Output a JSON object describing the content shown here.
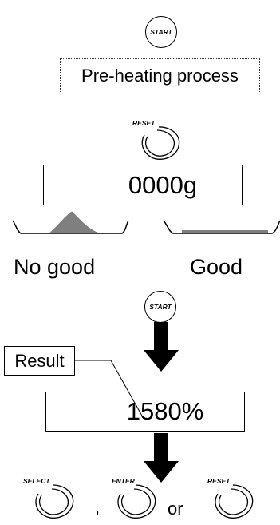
{
  "buttons": {
    "start_top": "START",
    "reset_top": "RESET",
    "start_mid": "START",
    "select": "SELECT",
    "enter": "ENTER",
    "reset_bottom": "RESET"
  },
  "process_label": "Pre-heating process",
  "display_initial": "0000g",
  "display_result": "1580%",
  "labels": {
    "no_good": "No good",
    "good": "Good",
    "result": "Result"
  },
  "separators": {
    "comma": ",",
    "or": "or"
  },
  "colors": {
    "sample_fill": "#7f7f7f",
    "line": "#000000"
  },
  "icons": [
    "ring-button-icon",
    "down-arrow-icon",
    "pan-icon",
    "leader-line-icon"
  ]
}
